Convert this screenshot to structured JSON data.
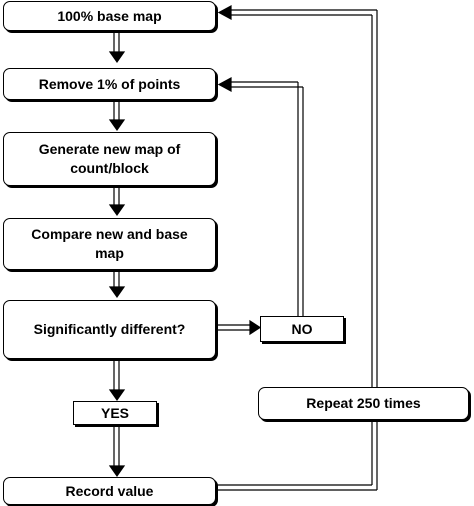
{
  "nodes": {
    "base_map": "100% base map",
    "remove_points": "Remove 1% of points",
    "generate_map": "Generate new map of count/block",
    "compare_maps": "Compare new and base map",
    "significant": "Significantly different?",
    "no": "NO",
    "yes": "YES",
    "record": "Record value",
    "repeat": "Repeat 250 times"
  },
  "colors": {
    "line": "#000000",
    "fill": "#ffffff"
  }
}
